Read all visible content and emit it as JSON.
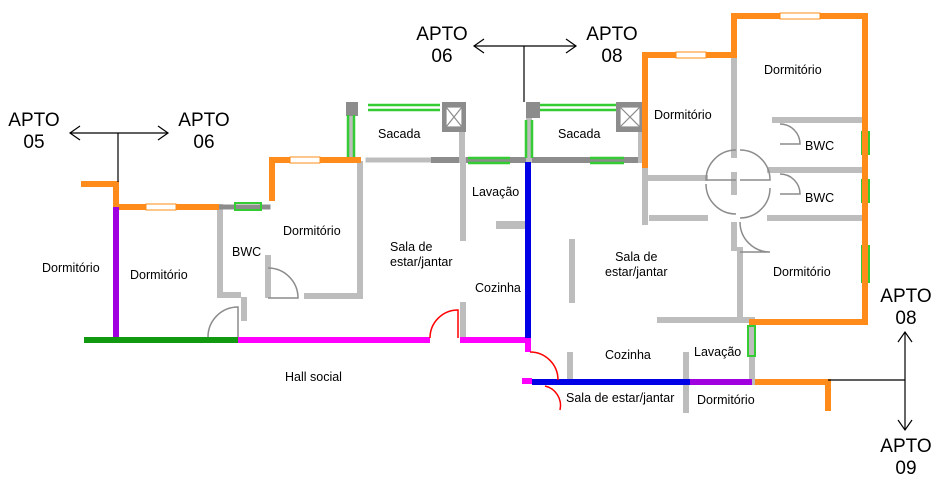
{
  "colors": {
    "wall_gray": "#bdbdbd",
    "wall_dark": "#8c8c8c",
    "orange": "#ff8c1a",
    "purple": "#a000e0",
    "green": "#119911",
    "magenta": "#ff00ff",
    "blue": "#0000e6",
    "door_red": "#ff0000",
    "window_green": "#33cc33"
  },
  "rooms": {
    "dormitorio_outer_05": "Dormitório",
    "dormitorio_05": "Dormitório",
    "bwc_06": "BWC",
    "dormitorio_06": "Dormitório",
    "sacada_06": "Sacada",
    "sala_06": "Sala de\nestar/jantar",
    "lavacao_06": "Lavação",
    "cozinha_06": "Cozinha",
    "hall": "Hall social",
    "sacada_08": "Sacada",
    "dormitorio_08a": "Dormitório",
    "dormitorio_08b": "Dormitório",
    "bwc_08a": "BWC",
    "bwc_08b": "BWC",
    "sala_08": "Sala de\nestar/jantar",
    "dormitorio_08c": "Dormitório",
    "cozinha_09": "Cozinha",
    "lavacao_09": "Lavação",
    "sala_09": "Sala de estar/jantar",
    "dormitorio_09": "Dormitório"
  },
  "apartments": {
    "a05": {
      "line1": "APTO",
      "line2": "05"
    },
    "a06_left": {
      "line1": "APTO",
      "line2": "06"
    },
    "a06_top": {
      "line1": "APTO",
      "line2": "06"
    },
    "a08_top": {
      "line1": "APTO",
      "line2": "08"
    },
    "a08_right": {
      "line1": "APTO",
      "line2": "08"
    },
    "a09": {
      "line1": "APTO",
      "line2": "09"
    }
  }
}
